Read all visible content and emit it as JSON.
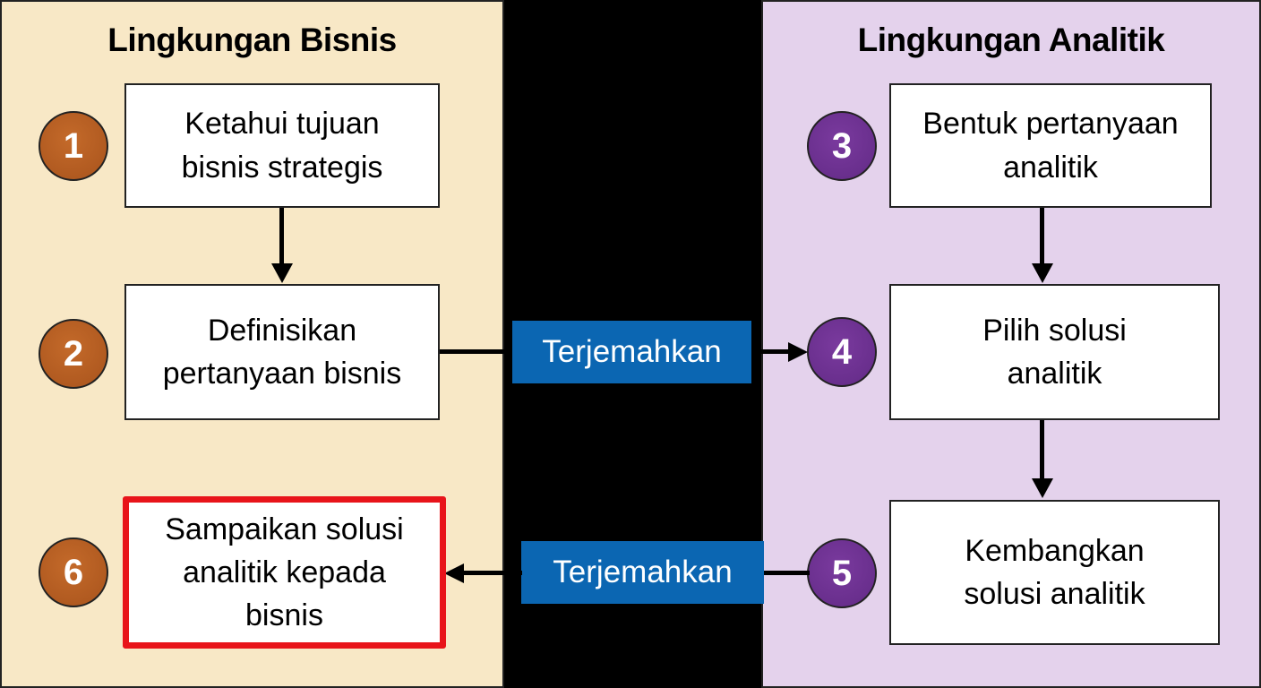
{
  "panels": {
    "business": {
      "title": "Lingkungan Bisnis",
      "color": "#f8e8c6"
    },
    "analytics": {
      "title": "Lingkungan Analitik",
      "color": "#e4d2ec"
    }
  },
  "steps": [
    {
      "number": "1",
      "text": "Ketahui tujuan\nbisnis strategis",
      "environment": "business"
    },
    {
      "number": "2",
      "text": "Definisikan\npertanyaan bisnis",
      "environment": "business"
    },
    {
      "number": "3",
      "text": "Bentuk pertanyaan\nanalitik",
      "environment": "analytics"
    },
    {
      "number": "4",
      "text": "Pilih solusi\nanalitik",
      "environment": "analytics"
    },
    {
      "number": "5",
      "text": "Kembangkan\nsolusi analitik",
      "environment": "analytics"
    },
    {
      "number": "6",
      "text": "Sampaikan solusi\nanalitik kepada\nbisnis",
      "environment": "business",
      "highlighted": true
    }
  ],
  "connectors": [
    {
      "from": "1",
      "to": "2"
    },
    {
      "from": "2",
      "to": "4",
      "label": "Terjemahkan"
    },
    {
      "from": "3",
      "to": "4"
    },
    {
      "from": "4",
      "to": "5"
    },
    {
      "from": "5",
      "to": "6",
      "label": "Terjemahkan"
    }
  ],
  "colors": {
    "business_badge": "#b05a20",
    "analytics_badge": "#6a2f8e",
    "translate_tag": "#0b66b2",
    "highlight_border": "#e8141a"
  }
}
